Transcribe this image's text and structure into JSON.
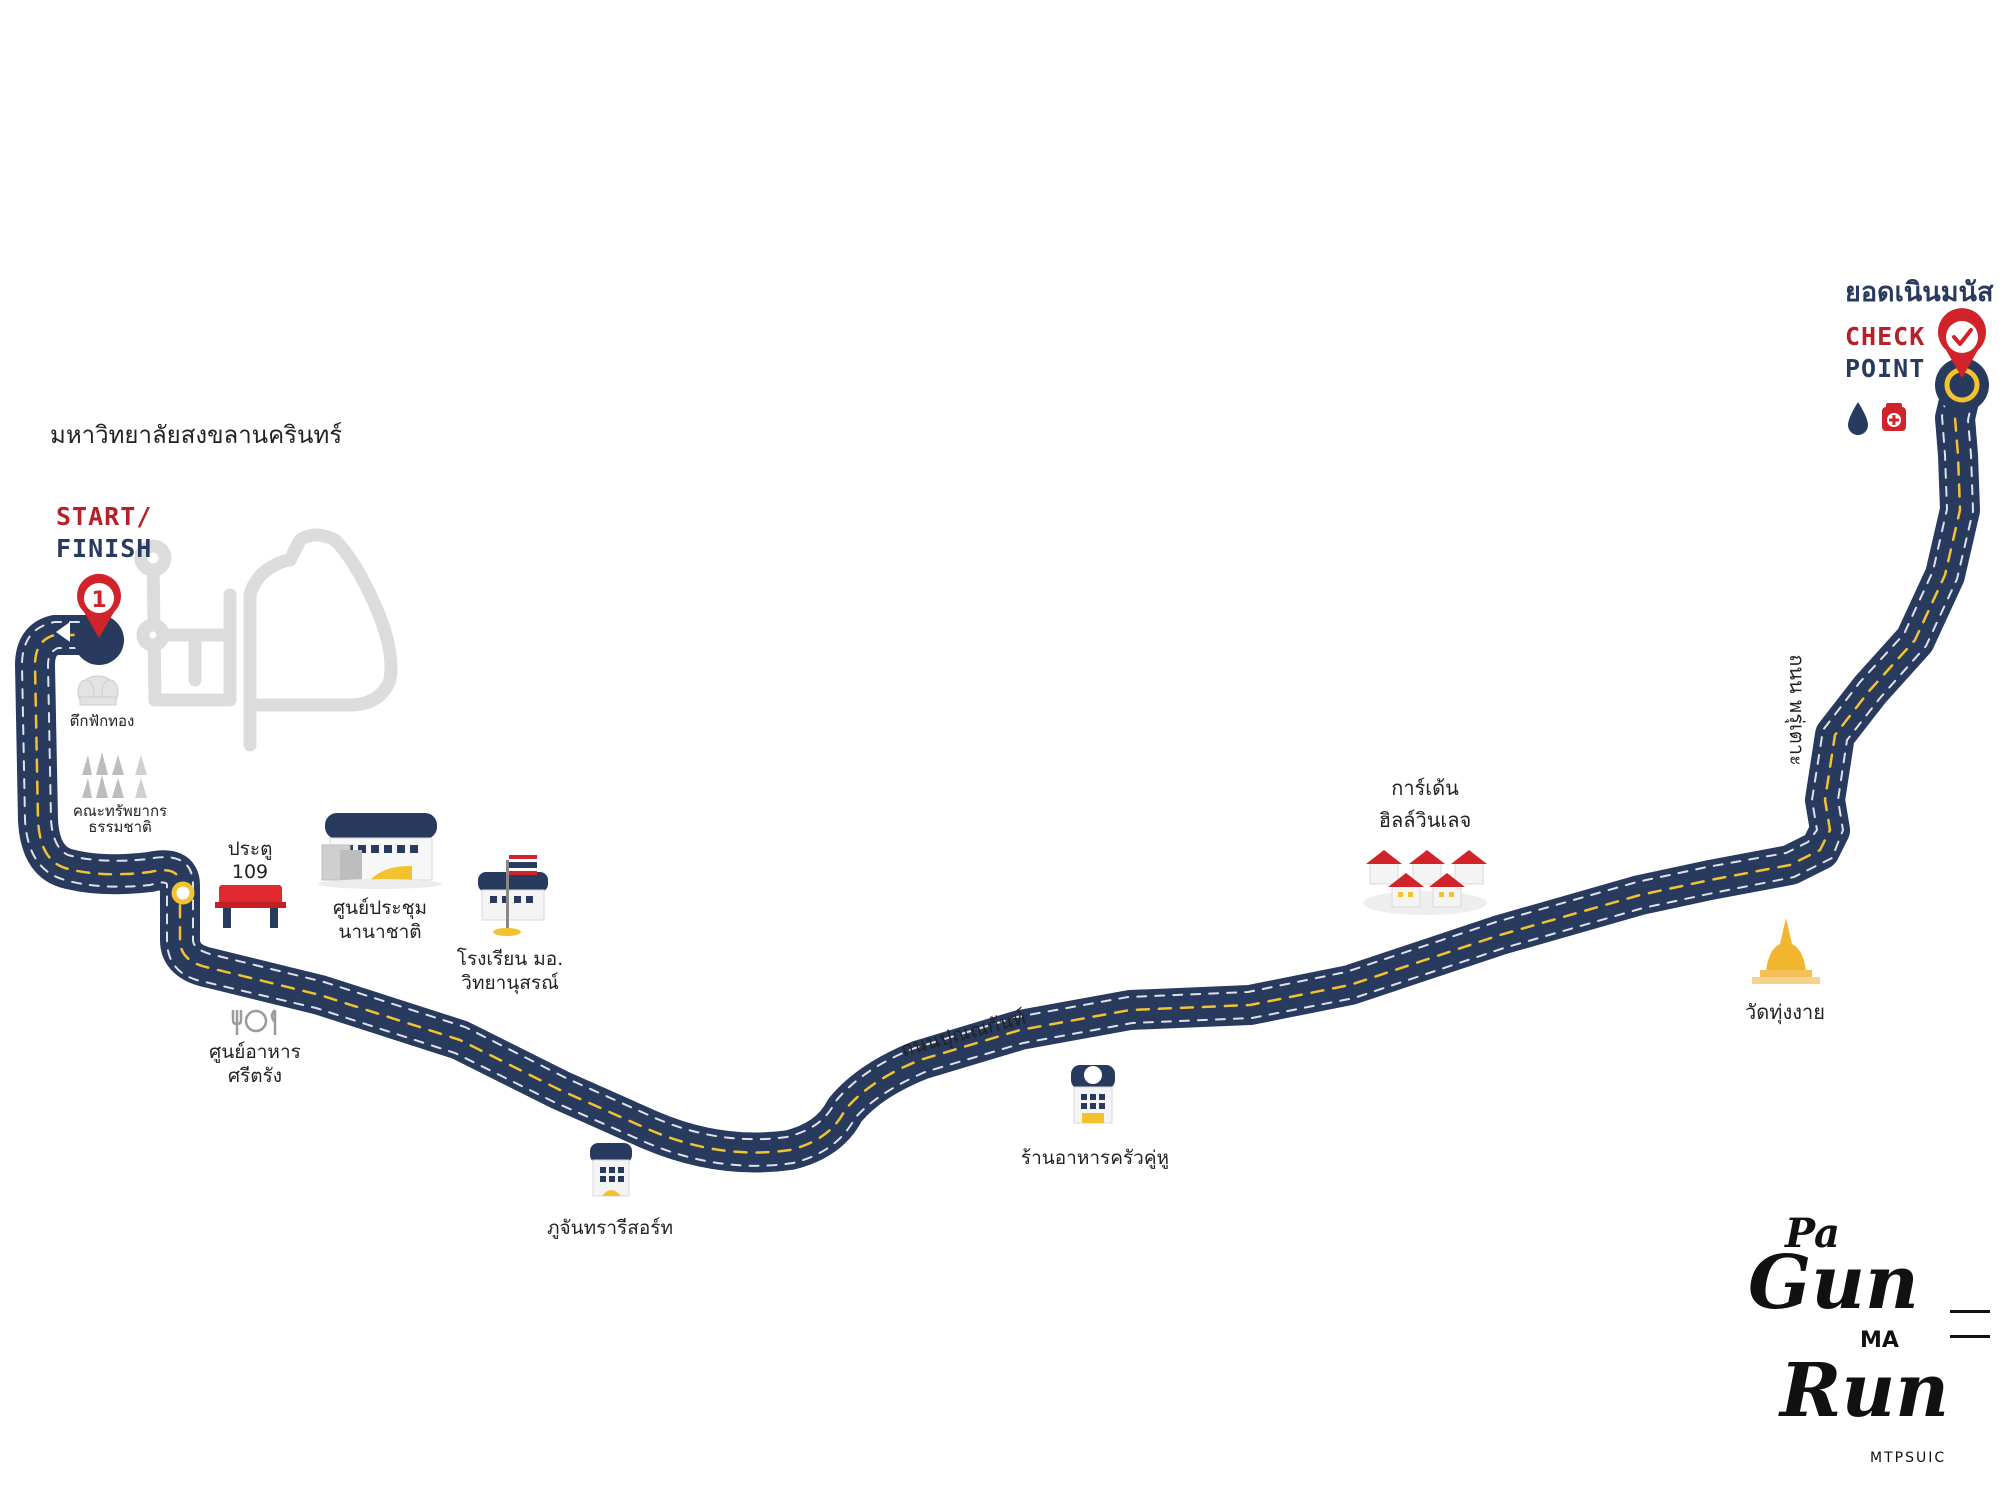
{
  "map": {
    "university": "มหาวิทยาลัยสงขลานครินทร์",
    "start_finish": {
      "line1": "START/",
      "line2": "FINISH",
      "marker_number": "1"
    },
    "checkpoint": {
      "title": "ยอดเนินมนัส",
      "line1": "CHECK",
      "line2": "POINT",
      "services": [
        "water-drop-icon",
        "first-aid-icon"
      ]
    },
    "roads": {
      "main": "ถนนปุณณกันท์",
      "side": "ถนน พรุ่เตาะ"
    },
    "landmarks": {
      "dorm": "ตึกฟักทอง",
      "faculty_1": "คณะทรัพยากร",
      "faculty_2": "ธรรมชาติ",
      "gate_1": "ประตู",
      "gate_2": "109",
      "convention_1": "ศูนย์ประชุม",
      "convention_2": "นานาชาติ",
      "school_1": "โรงเรียน มอ.",
      "school_2": "วิทยานุสรณ์",
      "food_center_1": "ศูนย์อาหาร",
      "food_center_2": "ศรีตรัง",
      "resort": "ภูจันทรารีสอร์ท",
      "restaurant": "ร้านอาหารครัวคู่หู",
      "garden_1": "การ์เด้น",
      "garden_2": "ฮิลล์วินเลจ",
      "temple": "วัดทุ่งงาย"
    },
    "logo": {
      "line1": "Pa",
      "line2": "Gun",
      "line3": "MA",
      "line4": "Run",
      "sub": "MTPSUIC"
    },
    "colors": {
      "road": "#283a5e",
      "road_lane": "#f2c230",
      "road_dash": "#ffffff",
      "pin": "#d1232a",
      "campus_outline": "#dcdcdc",
      "checkpoint_ring": "#f2c230"
    }
  }
}
